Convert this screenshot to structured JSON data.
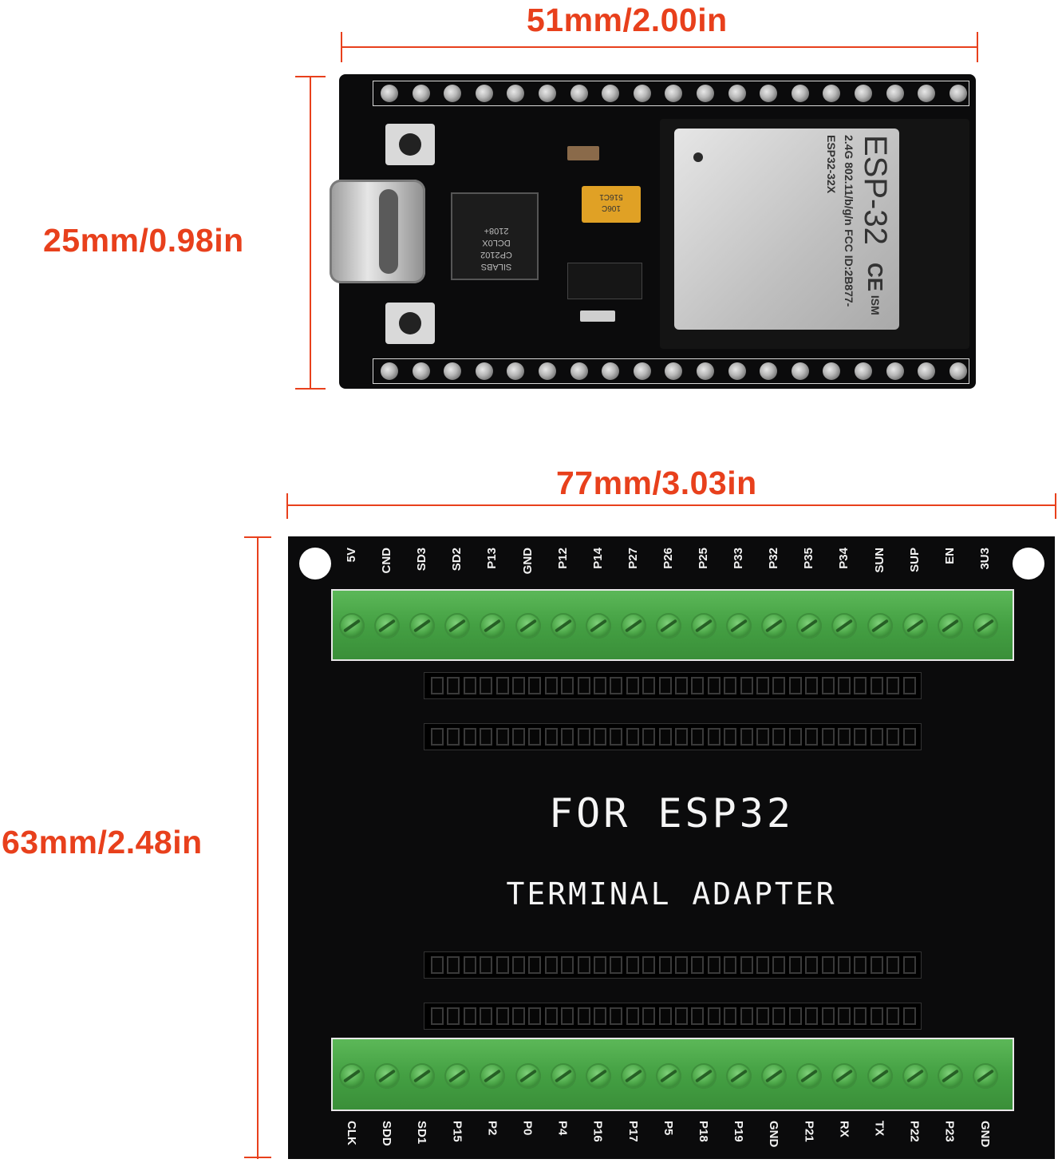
{
  "dimensions": {
    "esp32_width": "51mm/2.00in",
    "esp32_height": "25mm/0.98in",
    "adapter_width": "77mm/3.03in",
    "adapter_height": "63mm/2.48in"
  },
  "esp32_module": {
    "chip_line1": "ESP-32",
    "chip_ce": "CE",
    "chip_line2": "ISM 2.4G 802.11/b/g/n",
    "chip_line3": "FCC ID:2B877-ESP32-32X",
    "ic_line1": "SILABS",
    "ic_line2": "CP2102",
    "ic_line3": "DCL0X",
    "ic_line4": "2108+",
    "cap_line1": "106C",
    "cap_line2": "516C1"
  },
  "adapter": {
    "title": "FOR ESP32",
    "subtitle": "TERMINAL ADAPTER",
    "top_pins": [
      "5V",
      "CND",
      "SD3",
      "SD2",
      "P13",
      "GND",
      "P12",
      "P14",
      "P27",
      "P26",
      "P25",
      "P33",
      "P32",
      "P35",
      "P34",
      "SUN",
      "SUP",
      "EN",
      "3U3"
    ],
    "bottom_pins": [
      "CLK",
      "SDD",
      "SD1",
      "P15",
      "P2",
      "P0",
      "P4",
      "P16",
      "P17",
      "P5",
      "P18",
      "P19",
      "GND",
      "P21",
      "RX",
      "TX",
      "P22",
      "P23",
      "GND"
    ]
  },
  "colors": {
    "dimension": "#e8401c",
    "pcb": "#0b0b0c",
    "terminal_green": "#4faa4b",
    "shield": "#c9c9c9"
  }
}
